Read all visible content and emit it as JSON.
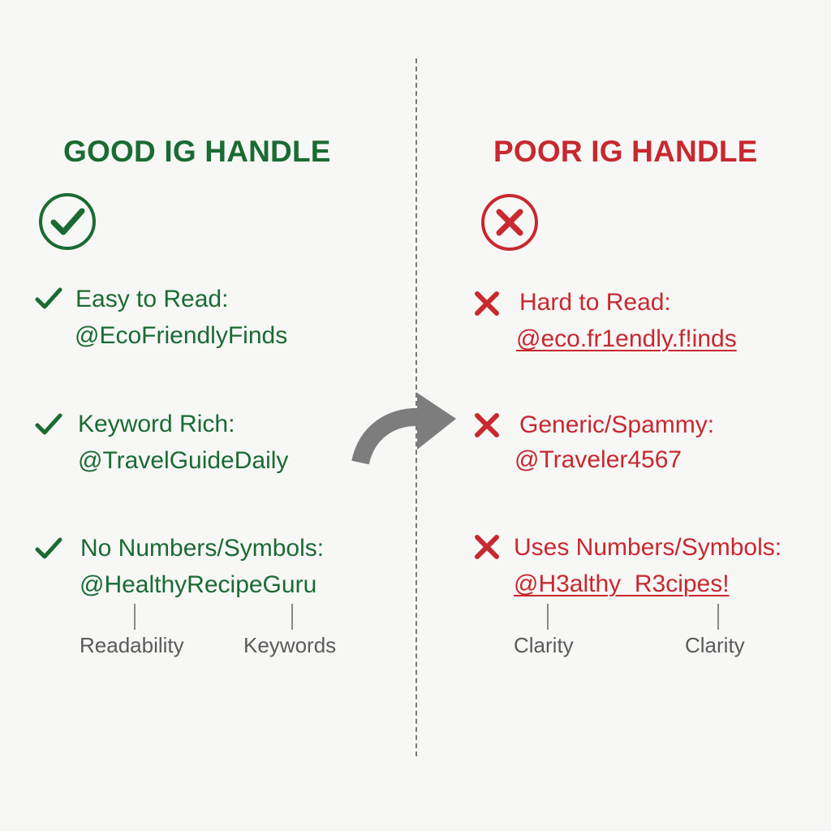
{
  "good": {
    "title": "GOOD IG HANDLE",
    "color": "#1a6b32",
    "main_icon": "check-circle-icon",
    "items": [
      {
        "label": "Easy to Read:",
        "handle": "@EcoFriendlyFinds",
        "icon": "check-icon"
      },
      {
        "label": "Keyword Rich:",
        "handle": "@TravelGuideDaily",
        "icon": "check-icon"
      },
      {
        "label": "No Numbers/Symbols:",
        "handle": "@HealthyRecipeGuru",
        "icon": "check-icon"
      }
    ],
    "captions": [
      "Readability",
      "Keywords"
    ]
  },
  "poor": {
    "title": "POOR IG HANDLE",
    "color": "#c8282f",
    "main_icon": "x-circle-icon",
    "items": [
      {
        "label": "Hard to Read:",
        "handle": "@eco.fr1endly.f!inds",
        "icon": "x-icon"
      },
      {
        "label": "Generic/Spammy:",
        "handle": "@Traveler4567",
        "icon": "x-icon"
      },
      {
        "label": "Uses Numbers/Symbols:",
        "handle": "@H3althy_R3cipes!",
        "icon": "x-icon"
      }
    ],
    "captions": [
      "Clarity",
      "Clarity"
    ]
  },
  "arrow_icon": "curved-arrow-icon"
}
